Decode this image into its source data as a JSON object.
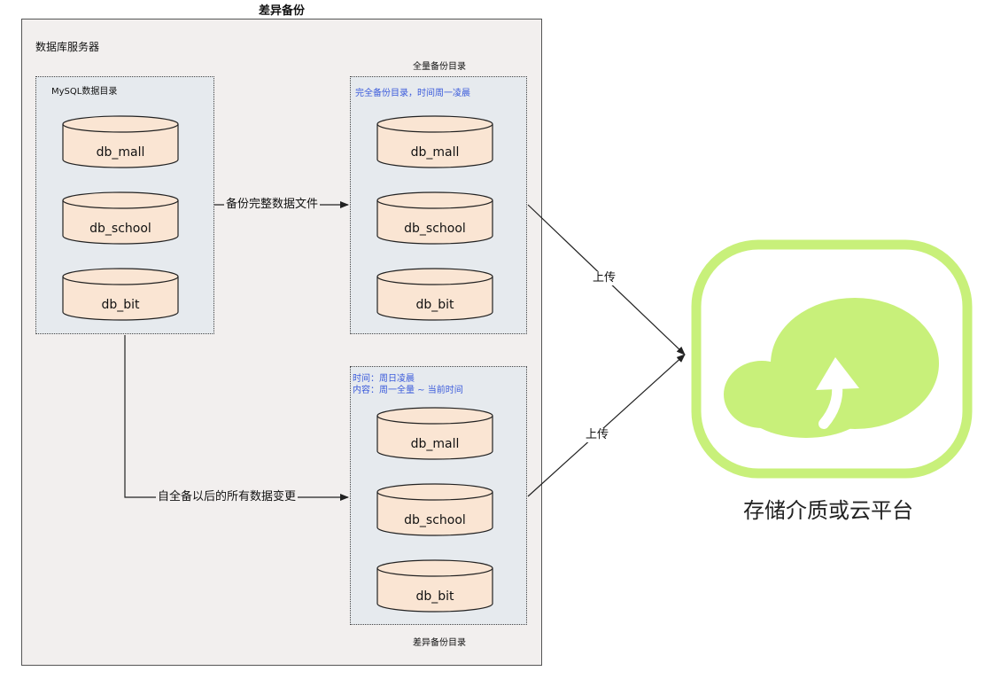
{
  "title": "差异备份",
  "server": {
    "label": "数据库服务器"
  },
  "mysql_dir": {
    "label": "MySQL数据目录"
  },
  "full_backup": {
    "outer_label": "全量备份目录",
    "inner_label": "完全备份目录，时间周一凌晨"
  },
  "diff_backup": {
    "outer_label": "差异备份目录",
    "time_label": "时间：周日凌晨",
    "content_label": "内容：周一全量 ~ 当前时间"
  },
  "databases": [
    "db_mall",
    "db_school",
    "db_bit"
  ],
  "edges": {
    "full": "备份完整数据文件",
    "diff": "自全备以后的所有数据变更",
    "upload_1": "上传",
    "upload_2": "上传"
  },
  "storage": {
    "label": "存储介质或云平台"
  },
  "colors": {
    "cylinder_fill": "#fae5d3",
    "group_fill": "#e6eaee",
    "server_fill": "#f2efee",
    "cloud_green": "#c8f07a",
    "label_blue": "#3b5bdb"
  }
}
